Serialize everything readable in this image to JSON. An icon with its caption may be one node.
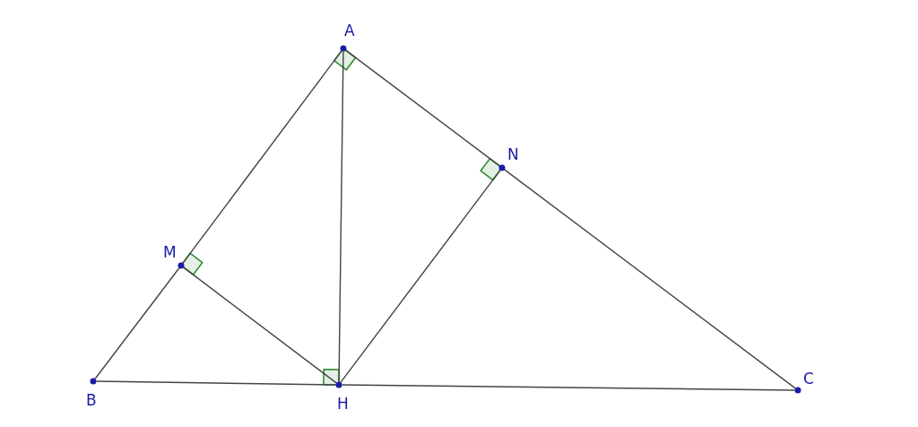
{
  "diagram": {
    "nodes": [
      {
        "text": [],
        "shape": "circle",
        "beside": [
          "A"
        ]
      },
      {
        "text": [],
        "shape": "circle",
        "beside": [
          "M"
        ]
      },
      {
        "text": [],
        "shape": "circle",
        "beside": [
          "N"
        ]
      },
      {
        "text": [],
        "shape": "circle",
        "beside": [
          "B"
        ]
      },
      {
        "text": [],
        "shape": "circle",
        "beside": [
          "H"
        ]
      },
      {
        "text": [],
        "shape": "circle",
        "beside": [
          "C"
        ]
      }
    ],
    "edges": [
      {
        "from": 0,
        "to": 1,
        "arrow": "none"
      },
      {
        "from": 1,
        "to": 3,
        "arrow": "none"
      },
      {
        "from": 0,
        "to": 2,
        "arrow": "none"
      },
      {
        "from": 2,
        "to": 5,
        "arrow": "none"
      },
      {
        "from": 0,
        "to": 4,
        "arrow": "none"
      },
      {
        "from": 1,
        "to": 4,
        "arrow": "none"
      },
      {
        "from": 2,
        "to": 4,
        "arrow": "none"
      },
      {
        "from": 3,
        "to": 4,
        "arrow": "none"
      },
      {
        "from": 4,
        "to": 5,
        "arrow": "none"
      }
    ]
  }
}
